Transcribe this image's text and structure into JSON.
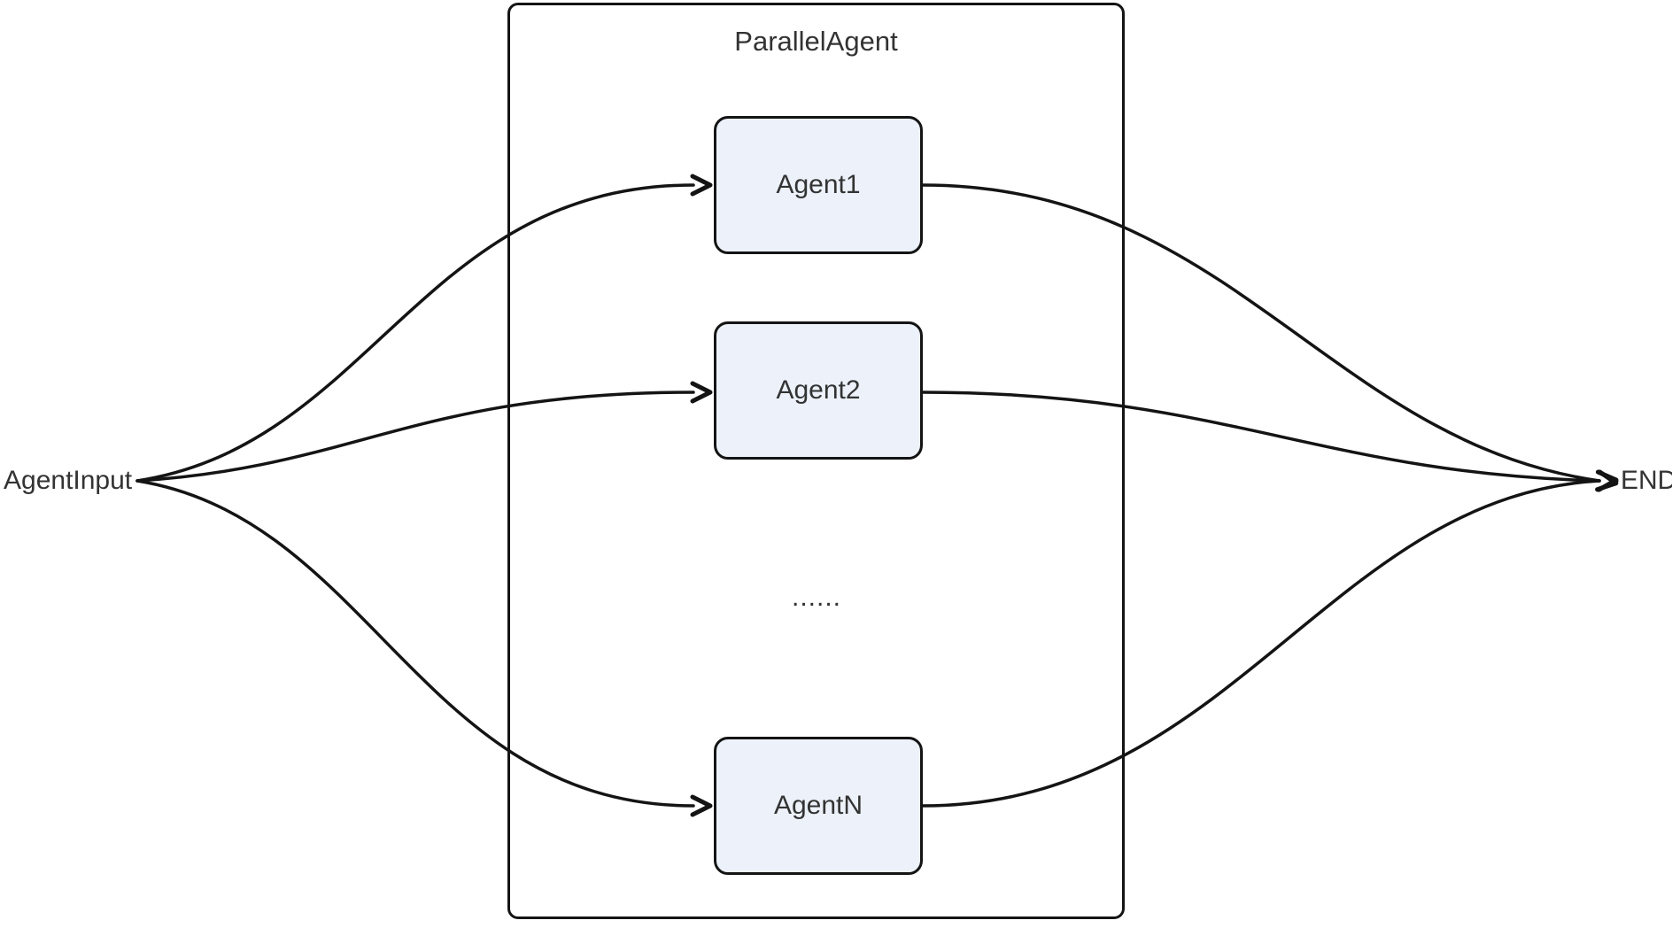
{
  "diagram": {
    "type": "flowchart",
    "container": {
      "label": "ParallelAgent"
    },
    "nodes": [
      {
        "id": "agent1",
        "label": "Agent1"
      },
      {
        "id": "agent2",
        "label": "Agent2"
      },
      {
        "id": "agentN",
        "label": "AgentN"
      }
    ],
    "ellipsis": "......",
    "start_label": "AgentInput",
    "end_label": "END",
    "edges": [
      {
        "from": "AgentInput",
        "to": "Agent1"
      },
      {
        "from": "AgentInput",
        "to": "Agent2"
      },
      {
        "from": "AgentInput",
        "to": "AgentN"
      },
      {
        "from": "Agent1",
        "to": "END"
      },
      {
        "from": "Agent2",
        "to": "END"
      },
      {
        "from": "AgentN",
        "to": "END"
      }
    ],
    "colors": {
      "background": "#ffffff",
      "node_fill": "#ECF1FA",
      "node_border": "#141414",
      "container_border": "#141414",
      "edge": "#141414",
      "text": "#333333"
    }
  }
}
